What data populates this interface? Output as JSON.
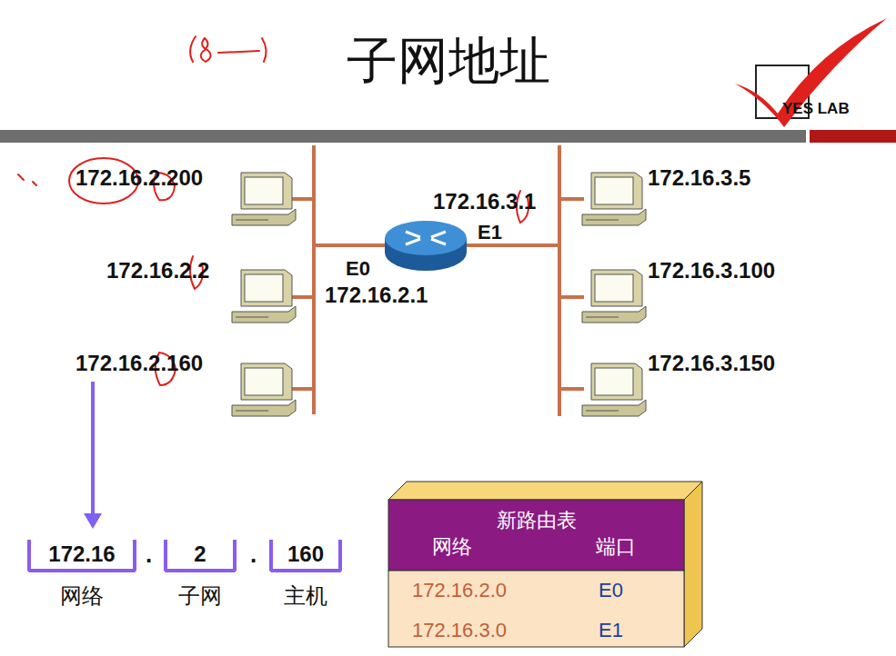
{
  "diagram": {
    "title": "子网地址",
    "nodes": [
      {
        "text": [
          "新路由表"
        ]
      },
      {
        "text": [
          "172.16",
          "网络"
        ]
      },
      {
        "text": [
          "2",
          "子网"
        ]
      },
      {
        "text": [
          "160",
          "主机"
        ]
      }
    ],
    "labels": [
      "YES LAB",
      "172.16.2.200",
      "172.16.2.2",
      "172.16.2.160",
      "172.16.3.1",
      "E1",
      "E0",
      "172.16.2.1",
      "172.16.3.5",
      "172.16.3.100",
      "172.16.3.150",
      ".",
      ".",
      "网络",
      "端口",
      "172.16.2.0",
      "E0",
      "172.16.3.0",
      "E1"
    ]
  }
}
